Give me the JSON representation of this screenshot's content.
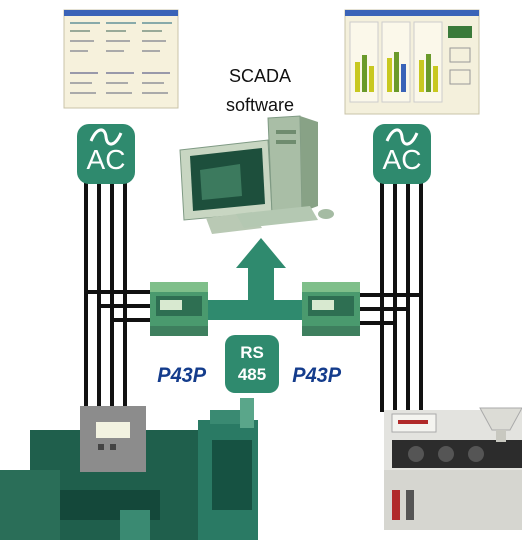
{
  "scada": {
    "line1": "SCADA",
    "line2": "software"
  },
  "left_meter": {
    "label": "P43P"
  },
  "right_meter": {
    "label": "P43P"
  },
  "bus": {
    "line1": "RS",
    "line2": "485"
  },
  "left_supply": {
    "label": "AC"
  },
  "right_supply": {
    "label": "AC"
  },
  "colors": {
    "accent": "#2f8a6e",
    "label_blue": "#143c8c",
    "machine_dark": "#1f5f4c"
  }
}
